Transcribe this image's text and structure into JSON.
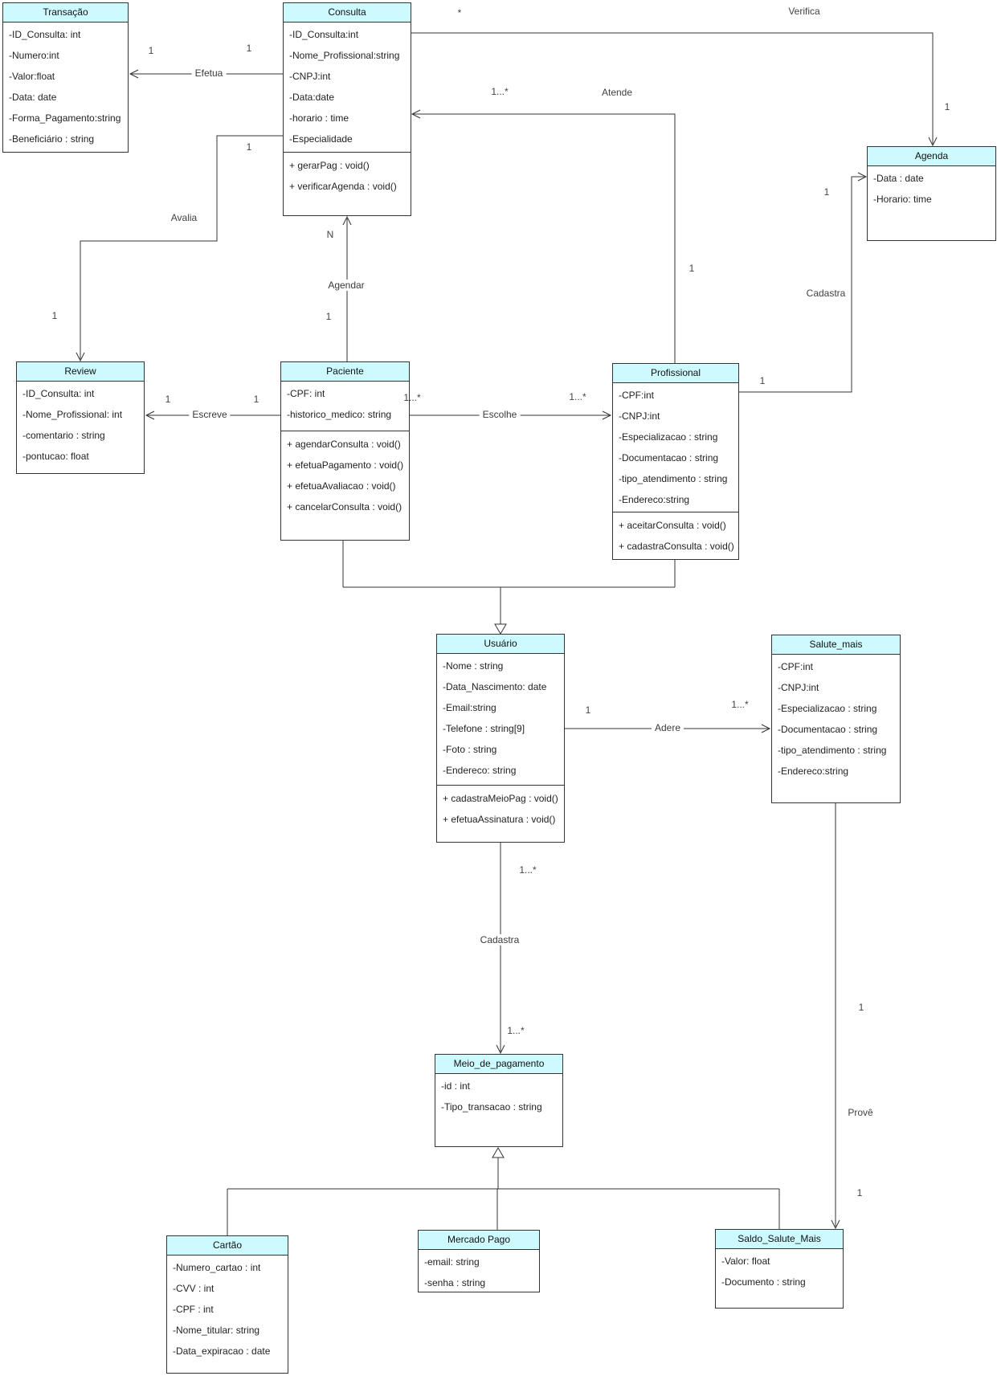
{
  "colors": {
    "class_header_fill": "#ccfaff",
    "stroke": "#333333",
    "background": "#ffffff"
  },
  "classes": {
    "transacao": {
      "name": "Transação",
      "attributes": [
        "-ID_Consulta: int",
        "-Numero:int",
        "-Valor:float",
        "-Data: date",
        "-Forma_Pagamento:string",
        "-Beneficiário : string"
      ],
      "operations": []
    },
    "consulta": {
      "name": "Consulta",
      "attributes": [
        "-ID_Consulta:int",
        "-Nome_Profissional:string",
        "-CNPJ:int",
        "-Data:date",
        "-horario : time",
        "-Especialidade"
      ],
      "operations": [
        "+ gerarPag : void()",
        "+ verificarAgenda : void()"
      ]
    },
    "agenda": {
      "name": "Agenda",
      "attributes": [
        "-Data : date",
        "-Horario: time"
      ],
      "operations": []
    },
    "review": {
      "name": "Review",
      "attributes": [
        "-ID_Consulta: int",
        "-Nome_Profissional: int",
        "-comentario : string",
        "-pontucao: float"
      ],
      "operations": []
    },
    "paciente": {
      "name": "Paciente",
      "attributes": [
        "-CPF: int",
        "-historico_medico: string"
      ],
      "operations": [
        "+ agendarConsulta : void()",
        "+ efetuaPagamento : void()",
        "+ efetuaAvaliacao : void()",
        "+ cancelarConsulta : void()"
      ]
    },
    "profissional": {
      "name": "Profissional",
      "attributes": [
        "-CPF:int",
        "-CNPJ:int",
        "-Especializacao : string",
        "-Documentacao : string",
        "-tipo_atendimento : string",
        "-Endereco:string"
      ],
      "operations": [
        "+ aceitarConsulta : void()",
        "+ cadastraConsulta : void()"
      ]
    },
    "usuario": {
      "name": "Usuário",
      "attributes": [
        "-Nome : string",
        "-Data_Nascimento: date",
        "-Email:string",
        "-Telefone : string[9]",
        "-Foto : string",
        "-Endereco: string"
      ],
      "operations": [
        "+ cadastraMeioPag : void()",
        "+ efetuaAssinatura : void()"
      ]
    },
    "salute_mais": {
      "name": "Salute_mais",
      "attributes": [
        "-CPF:int",
        "-CNPJ:int",
        "-Especializacao : string",
        "-Documentacao : string",
        "-tipo_atendimento : string",
        "-Endereco:string"
      ],
      "operations": []
    },
    "meio_de_pagamento": {
      "name": "Meio_de_pagamento",
      "attributes": [
        "-id : int",
        "-Tipo_transacao : string"
      ],
      "operations": []
    },
    "cartao": {
      "name": "Cartão",
      "attributes": [
        "-Numero_cartao : int",
        "-CVV : int",
        "-CPF : int",
        "-Nome_titular: string",
        "-Data_expiracao : date"
      ],
      "operations": []
    },
    "mercado_pago": {
      "name": "Mercado Pago",
      "attributes": [
        "-email: string",
        "-senha : string"
      ],
      "operations": []
    },
    "saldo_salute_mais": {
      "name": "Saldo_Salute_Mais",
      "attributes": [
        "-Valor: float",
        "-Documento : string"
      ],
      "operations": []
    }
  },
  "associations": {
    "efetua": {
      "name": "Efetua",
      "mult_transacao": "1",
      "mult_consulta": "1"
    },
    "verifica": {
      "name": "Verifica",
      "mult_consulta": "*",
      "mult_agenda": "1"
    },
    "atende": {
      "name": "Atende",
      "mult_consulta": "1...*",
      "mult_profissional": "1"
    },
    "avalia": {
      "name": "Avalia",
      "mult_consulta": "1",
      "mult_review": "1"
    },
    "agendar": {
      "name": "Agendar",
      "mult_consulta": "N",
      "mult_paciente": "1"
    },
    "escreve": {
      "name": "Escreve",
      "mult_review": "1",
      "mult_paciente": "1"
    },
    "escolhe": {
      "name": "Escolhe",
      "mult_paciente": "1...*",
      "mult_profissional": "1...*"
    },
    "cadastra_agenda": {
      "name": "Cadastra",
      "mult_profissional": "1",
      "mult_agenda": "1"
    },
    "adere": {
      "name": "Adere",
      "mult_usuario": "1",
      "mult_salute_mais": "1...*"
    },
    "cadastra_meio": {
      "name": "Cadastra",
      "mult_usuario": "1...*",
      "mult_meio": "1...*"
    },
    "prove": {
      "name": "Provê",
      "mult_salute_mais": "1",
      "mult_saldo": "1"
    }
  }
}
